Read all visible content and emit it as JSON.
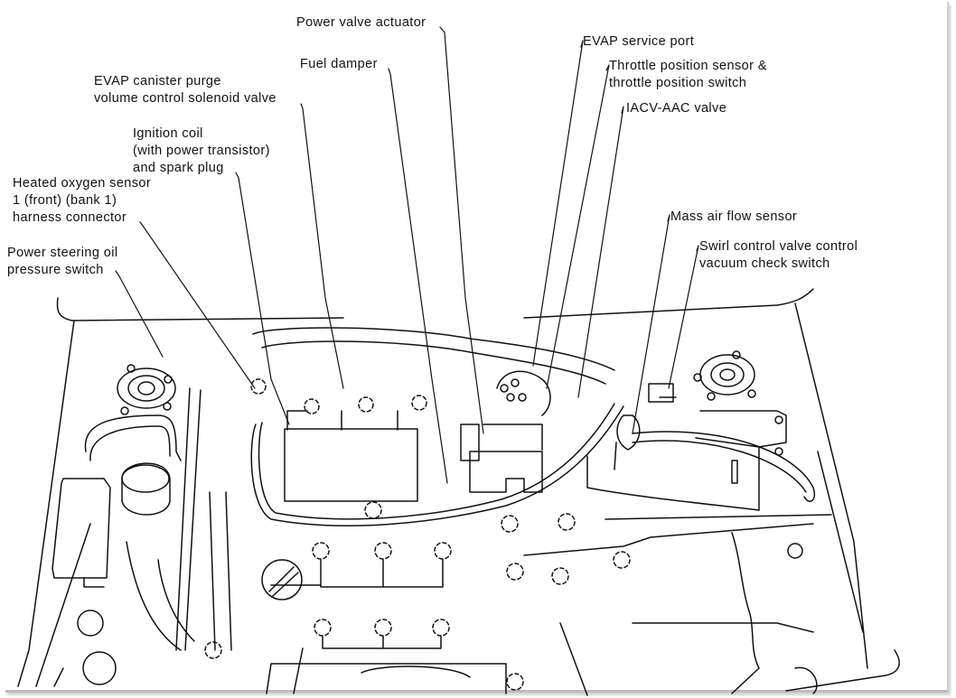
{
  "diagram": {
    "subject": "Engine compartment component locations",
    "labels": [
      {
        "id": "power-valve-actuator",
        "text": "Power valve actuator"
      },
      {
        "id": "fuel-damper",
        "text": "Fuel damper"
      },
      {
        "id": "evap-canister-purge",
        "lines": [
          "EVAP canister purge",
          "volume control solenoid valve"
        ]
      },
      {
        "id": "ignition-coil",
        "lines": [
          "Ignition coil",
          "(with power transistor)",
          "and spark plug"
        ]
      },
      {
        "id": "heated-oxygen-sensor",
        "lines": [
          "Heated oxygen sensor",
          "1 (front) (bank 1)",
          "harness connector"
        ]
      },
      {
        "id": "power-steering-switch",
        "lines": [
          "Power steering oil",
          "pressure switch"
        ]
      },
      {
        "id": "evap-service-port",
        "text": "EVAP service port"
      },
      {
        "id": "throttle-position-sensor",
        "lines": [
          "Throttle position sensor &",
          "throttle position switch"
        ]
      },
      {
        "id": "iacv-aac-valve",
        "text": "IACV-AAC valve"
      },
      {
        "id": "mass-air-flow-sensor",
        "text": "Mass air flow sensor"
      },
      {
        "id": "swirl-control-valve",
        "lines": [
          "Swirl control valve control",
          "vacuum check switch"
        ]
      }
    ],
    "colors": {
      "line": "#111111",
      "background": "#ffffff"
    }
  }
}
